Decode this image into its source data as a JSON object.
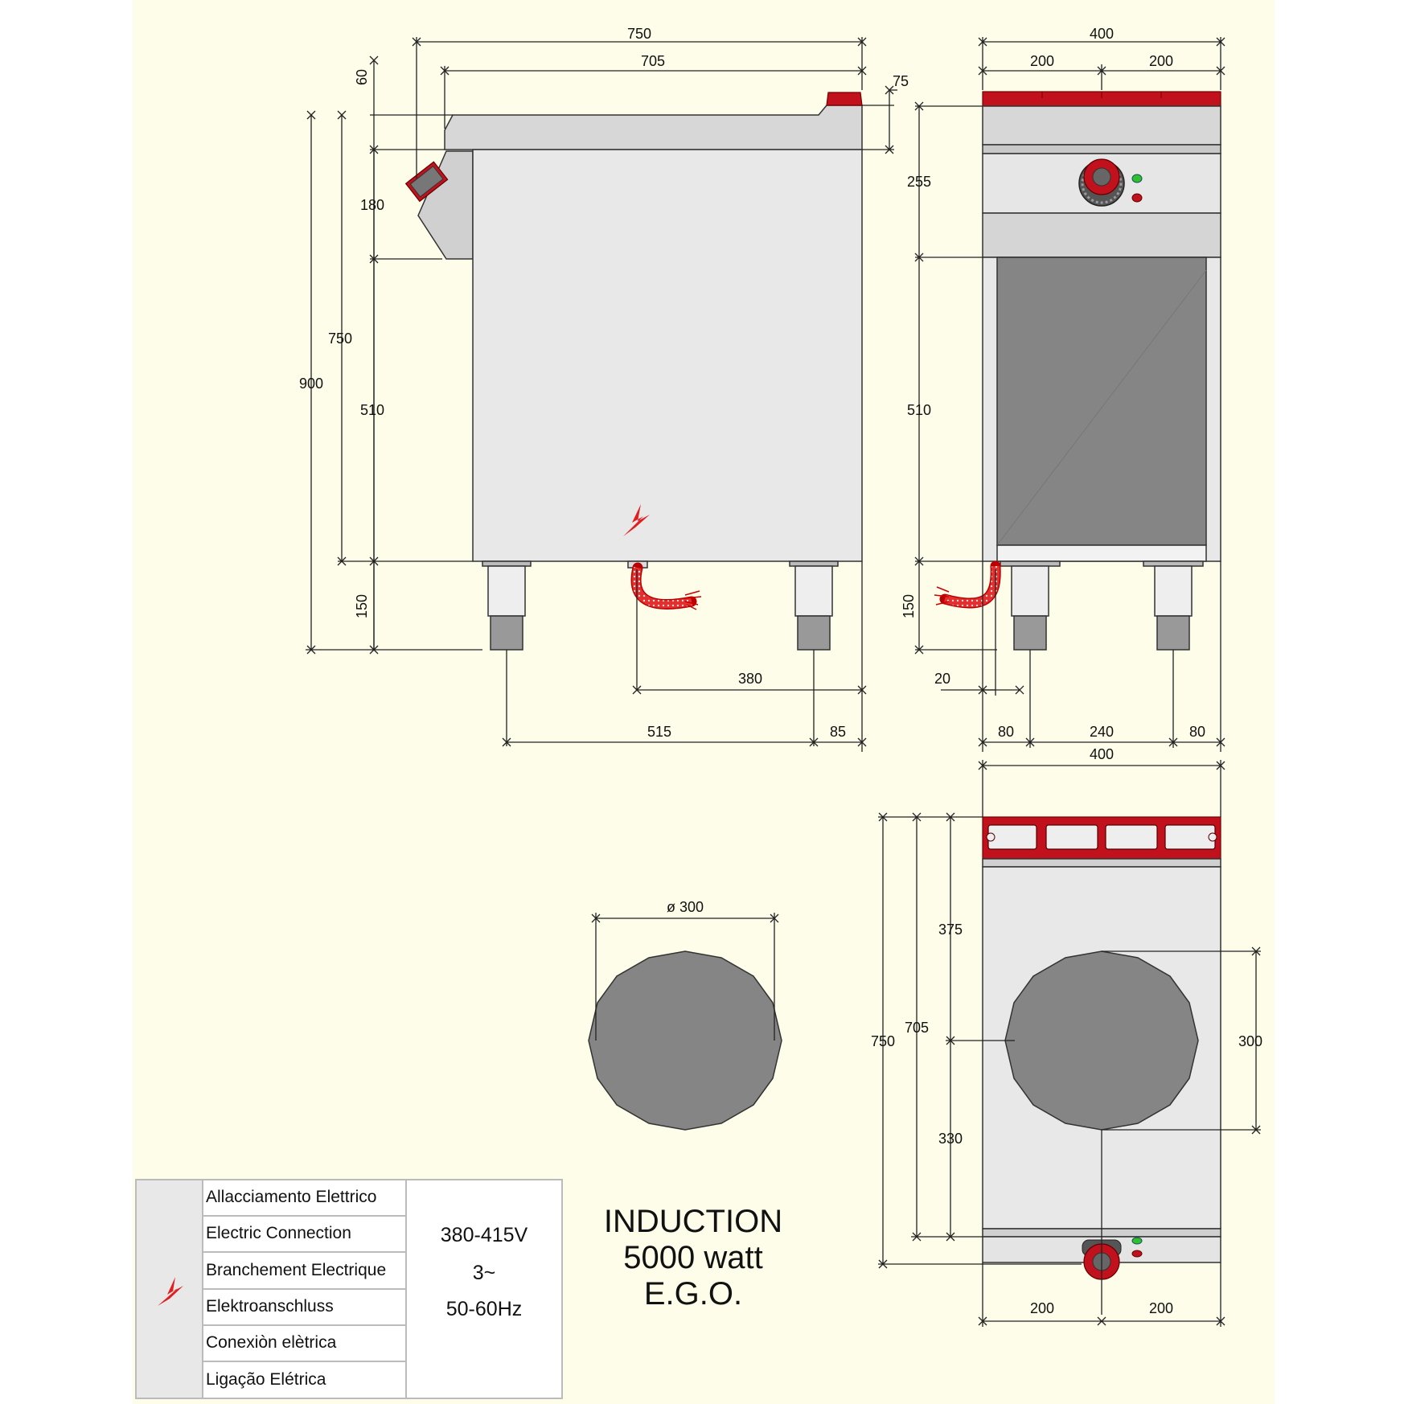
{
  "colors": {
    "paper": "#fdfde9",
    "body": "#e8e8e8",
    "dark": "#858585",
    "red": "#c0111c",
    "green": "#2fbf2f"
  },
  "side_view": {
    "dim_750": "750",
    "dim_705": "705",
    "dim_60": "60",
    "dim_75": "75",
    "dim_180": "180",
    "dim_750_height": "750",
    "dim_900": "900",
    "dim_510": "510",
    "dim_150": "150",
    "dim_380": "380",
    "dim_515": "515",
    "dim_85": "85"
  },
  "front_view": {
    "dim_400": "400",
    "dim_200_left": "200",
    "dim_200_right": "200",
    "dim_255": "255",
    "dim_510": "510",
    "dim_150": "150",
    "dim_20": "20",
    "dim_80_left": "80",
    "dim_240": "240",
    "dim_80_right": "80"
  },
  "top_view": {
    "dim_400": "400",
    "dim_375": "375",
    "dim_705": "705",
    "dim_750": "750",
    "dim_330": "330",
    "dim_300": "300",
    "dim_200_left": "200",
    "dim_200_right": "200"
  },
  "plate_detail": {
    "diameter": "ø 300"
  },
  "title": {
    "line1": "INDUCTION",
    "line2": "5000 watt",
    "line3": "E.G.O."
  },
  "connection_table": {
    "labels": [
      "Allacciamento Elettrico",
      "Electric Connection",
      "Branchement Electrique",
      "Elektroanschluss",
      "Conexiòn elètrica",
      "Ligação Elétrica"
    ],
    "voltage": "380-415V",
    "phase": "3~",
    "frequency": "50-60Hz"
  }
}
